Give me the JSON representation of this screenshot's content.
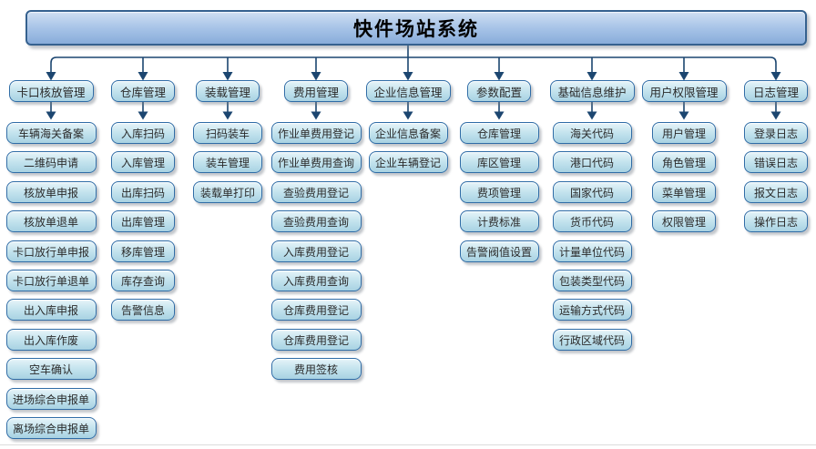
{
  "diagram": {
    "title": "快件场站系统",
    "columns": [
      {
        "header": "卡口核放管理",
        "children": [
          "车辆海关备案",
          "二维码申请",
          "核放单申报",
          "核放单退单",
          "卡口放行单申报",
          "卡口放行单退单",
          "出入库申报",
          "出入库作废",
          "空车确认",
          "进场综合申报单",
          "离场综合申报单"
        ]
      },
      {
        "header": "仓库管理",
        "children": [
          "入库扫码",
          "入库管理",
          "出库扫码",
          "出库管理",
          "移库管理",
          "库存查询",
          "告警信息"
        ]
      },
      {
        "header": "装载管理",
        "children": [
          "扫码装车",
          "装车管理",
          "装载单打印"
        ]
      },
      {
        "header": "费用管理",
        "children": [
          "作业单费用登记",
          "作业单费用查询",
          "查验费用登记",
          "查验费用查询",
          "入库费用登记",
          "入库费用查询",
          "仓库费用登记",
          "仓库费用登记",
          "费用签核"
        ]
      },
      {
        "header": "企业信息管理",
        "children": [
          "企业信息备案",
          "企业车辆登记"
        ]
      },
      {
        "header": "参数配置",
        "children": [
          "仓库管理",
          "库区管理",
          "费项管理",
          "计费标准",
          "告警阀值设置"
        ]
      },
      {
        "header": "基础信息维护",
        "children": [
          "海关代码",
          "港口代码",
          "国家代码",
          "货币代码",
          "计量单位代码",
          "包装类型代码",
          "运输方式代码",
          "行政区域代码"
        ]
      },
      {
        "header": "用户权限管理",
        "children": [
          "用户管理",
          "角色管理",
          "菜单管理",
          "权限管理"
        ]
      },
      {
        "header": "日志管理",
        "children": [
          "登录日志",
          "错误日志",
          "报文日志",
          "操作日志"
        ]
      }
    ],
    "colors": {
      "title_fill_top": "#cfdff2",
      "title_fill_mid": "#a9c5e8",
      "title_fill_bottom": "#88acda",
      "title_border": "#35618f",
      "node_fill_top": "#e6f4f9",
      "node_fill_mid": "#c3e3ee",
      "node_fill_bottom": "#a8d2e2",
      "node_border": "#2f6ca6",
      "connector": "#1c4670",
      "text": "#2b2b2b",
      "background": "#ffffff",
      "bottom_rule": "#dcdcdc"
    }
  }
}
